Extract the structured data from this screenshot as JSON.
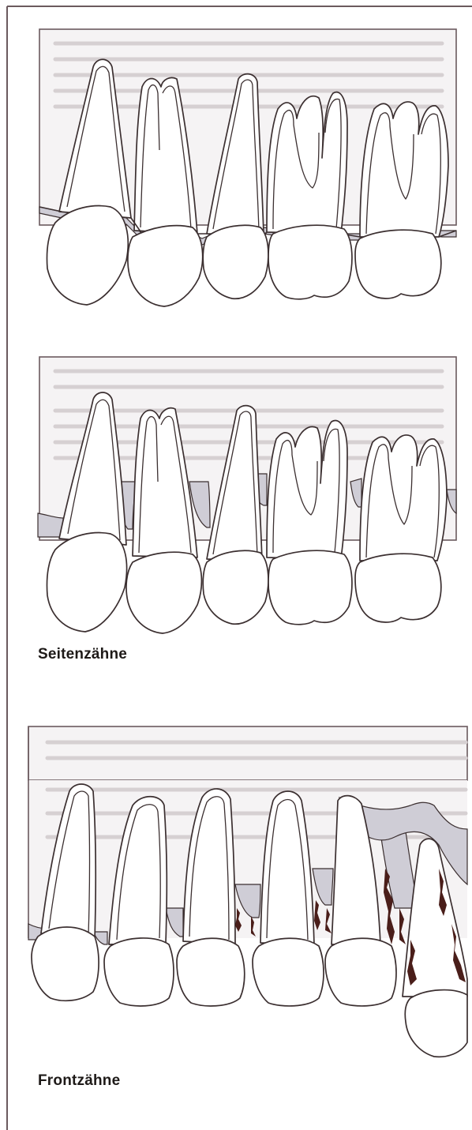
{
  "captions": {
    "side_teeth": "Seitenzähne",
    "front_teeth": "Frontzähne"
  },
  "colors": {
    "outline": "#3b2f30",
    "panel_background": "#f5f3f4",
    "gingiva_shading": "#cfcdd6",
    "calculus_deposits": "#4a1e1a",
    "page_border": "#6b5a5e"
  },
  "figure": {
    "panels": [
      {
        "group": "side_teeth",
        "state": "healthy periodontium"
      },
      {
        "group": "side_teeth",
        "state": "bone loss"
      },
      {
        "group": "front_teeth",
        "state": "progressive bone loss with calculus"
      }
    ]
  }
}
